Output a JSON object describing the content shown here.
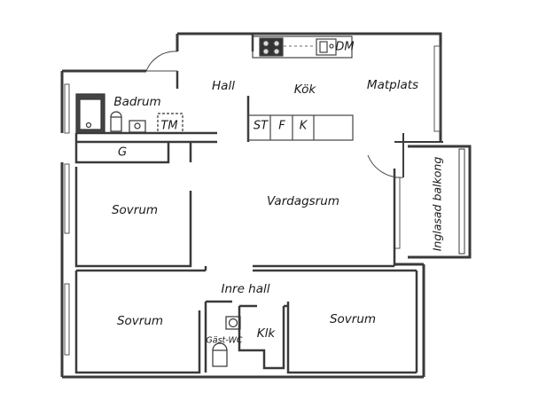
{
  "rooms": {
    "hall": "Hall",
    "kok": "Kök",
    "matplats": "Matplats",
    "badrum": "Badrum",
    "tm": "TM",
    "dm": "DM",
    "st": "ST",
    "f": "F",
    "k": "K",
    "g": "G",
    "sovrum_1": "Sovrum",
    "vardagsrum": "Vardagsrum",
    "balkong": "Inglasad balkong",
    "inre_hall": "Inre hall",
    "sovrum_2": "Sovrum",
    "sovrum_3": "Sovrum",
    "gast_wc": "Gäst-WC",
    "klk": "Klk"
  },
  "colors": {
    "wall": "#3a3a3a",
    "line": "#555555",
    "fixture": "#2e2e2e",
    "background": "#ffffff"
  }
}
